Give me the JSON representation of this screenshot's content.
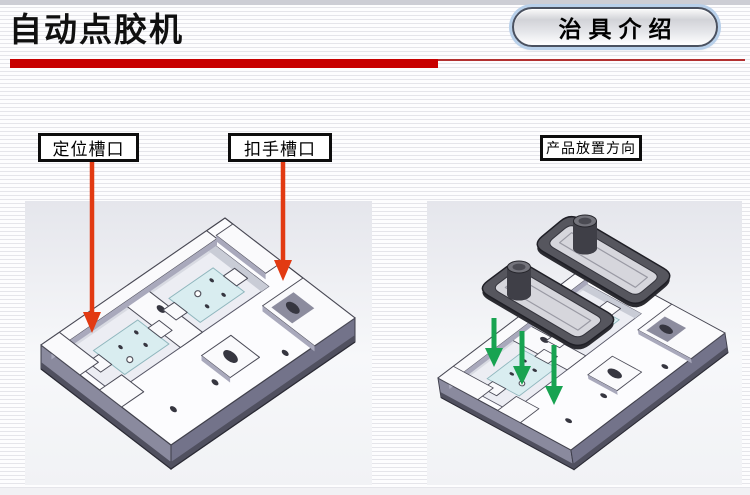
{
  "header": {
    "title": "自动点胶机",
    "badge_label": "治具介绍"
  },
  "callouts": [
    {
      "label": "定位槽口"
    },
    {
      "label": "扣手槽口"
    },
    {
      "label": "产品放置方向"
    }
  ],
  "colors": {
    "accent_red": "#c80000",
    "thin_rule_red": "#b23030",
    "callout_arrow_red": "#e23a12",
    "placement_arrow_green": "#18a351",
    "callout_border": "#0d0d0d",
    "badge_border": "#4a5160",
    "badge_glow": "#b8d0ea"
  }
}
